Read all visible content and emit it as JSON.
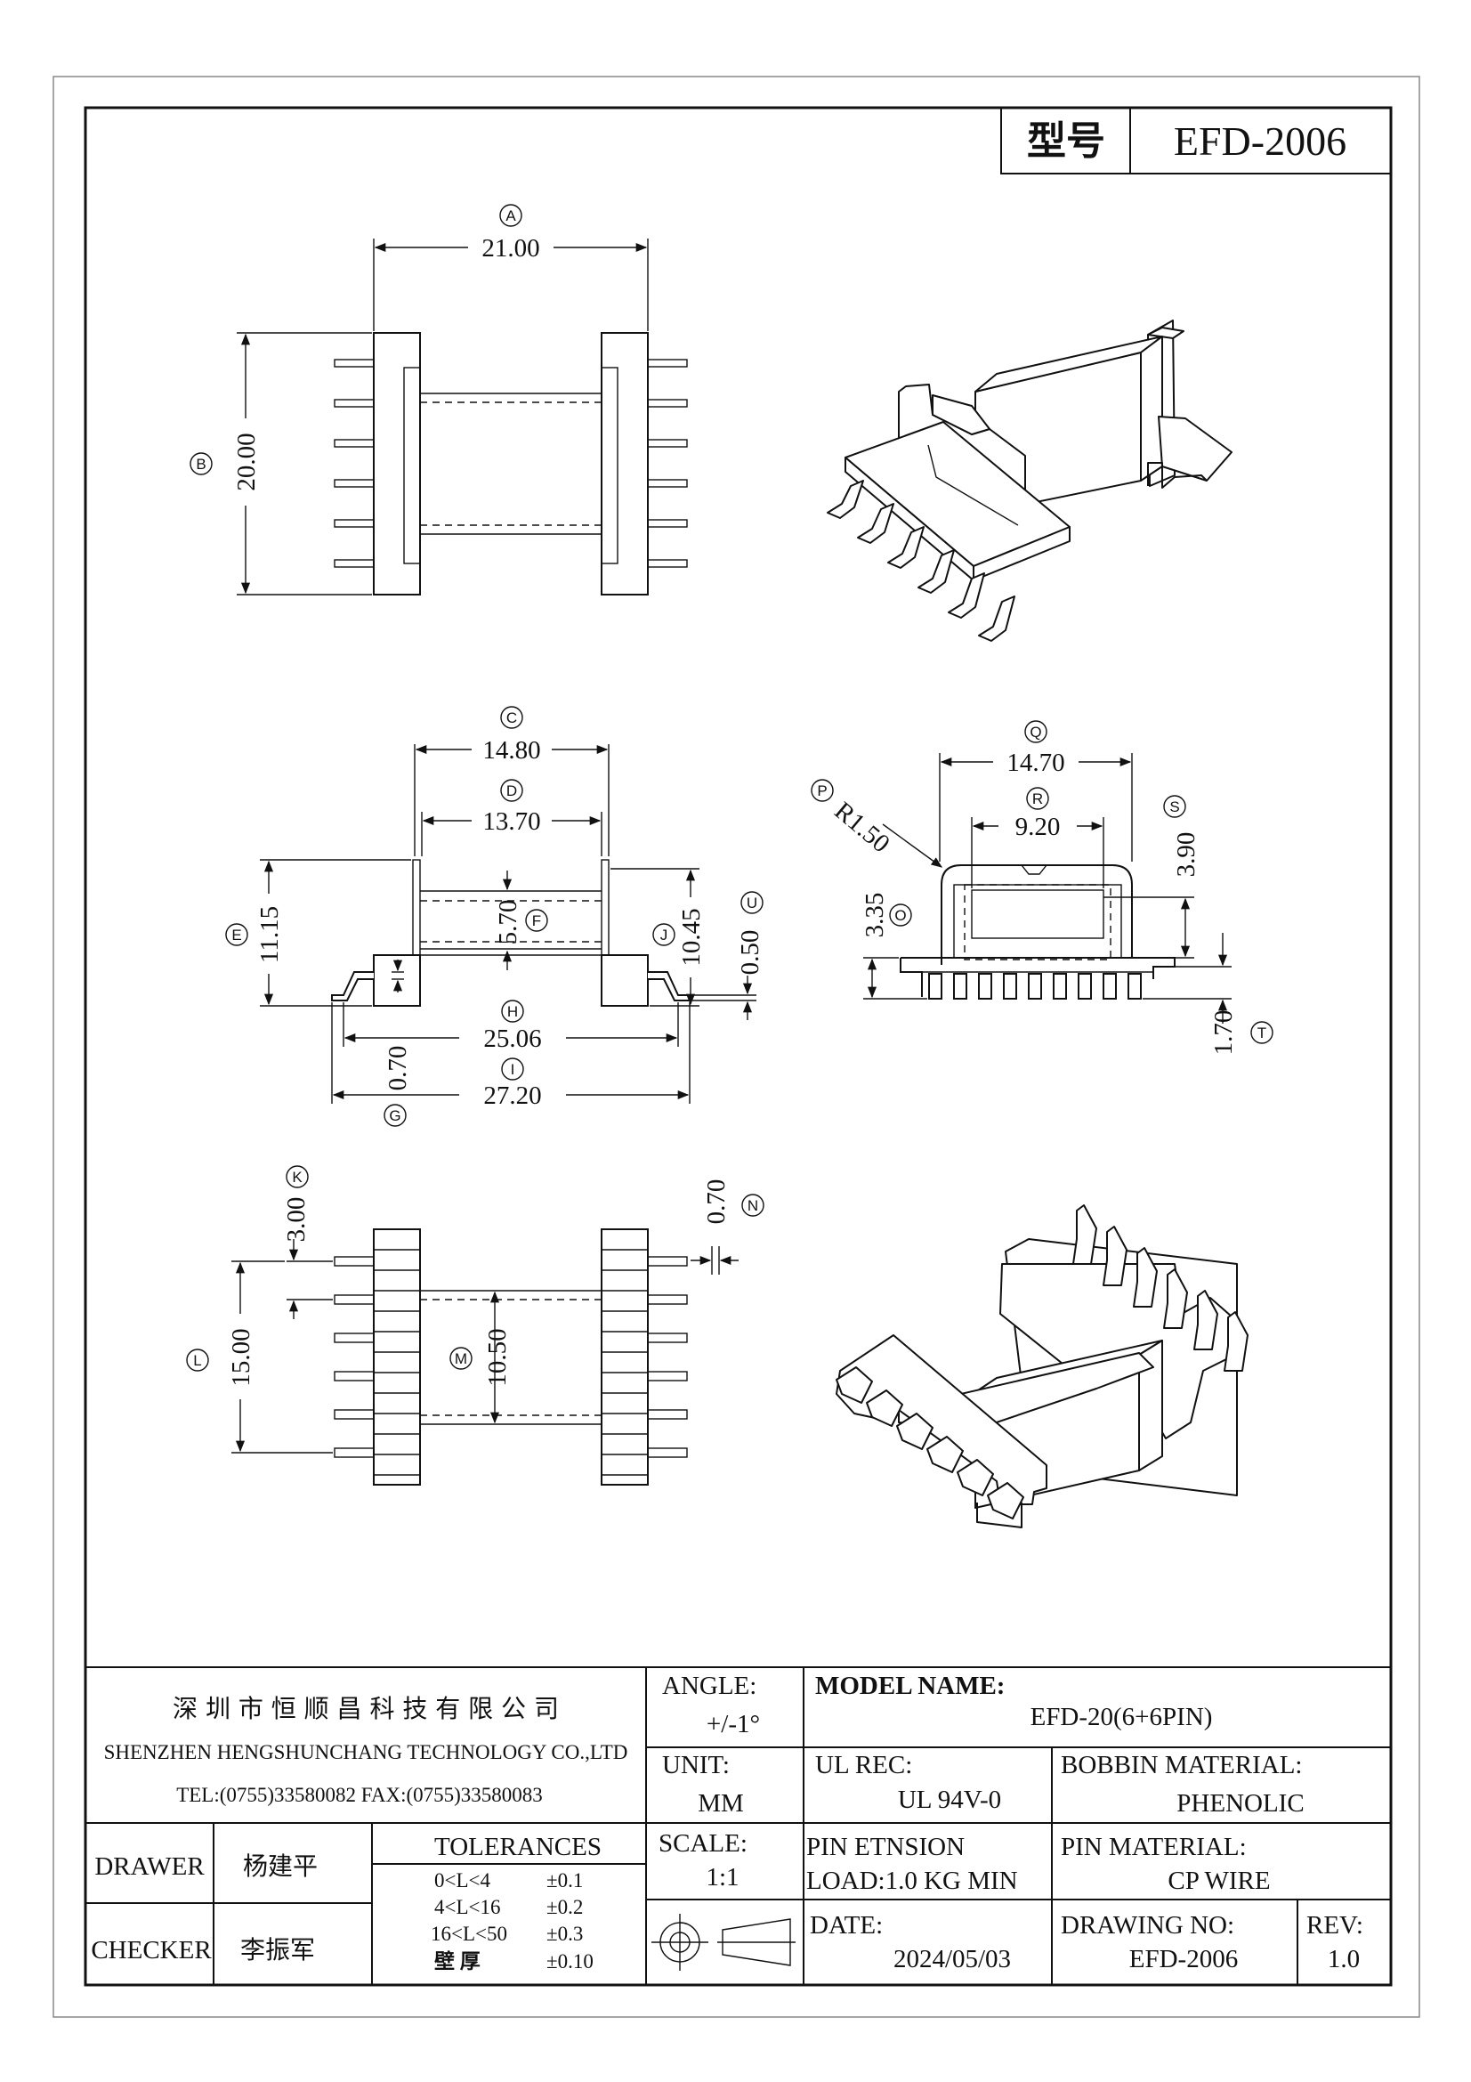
{
  "header": {
    "model_label": "型号",
    "model_value": "EFD-2006"
  },
  "dimensions": {
    "A": "21.00",
    "B": "20.00",
    "C": "14.80",
    "D": "13.70",
    "E": "11.15",
    "F": "5.70",
    "G": "0.70",
    "H": "25.06",
    "I": "27.20",
    "J": "10.45",
    "K": "3.00",
    "L": "15.00",
    "M": "10.50",
    "N": "0.70",
    "O": "3.35",
    "P": "R1.50",
    "Q": "14.70",
    "R": "9.20",
    "S": "3.90",
    "T": "1.70",
    "U": "0.50"
  },
  "dim_letters": {
    "A": "A",
    "B": "B",
    "C": "C",
    "D": "D",
    "E": "E",
    "F": "F",
    "G": "G",
    "H": "H",
    "I": "I",
    "J": "J",
    "K": "K",
    "L": "L",
    "M": "M",
    "N": "N",
    "O": "O",
    "P": "P",
    "Q": "Q",
    "R": "R",
    "S": "S",
    "T": "T",
    "U": "U"
  },
  "title_block": {
    "company_cn": "深 圳 市 恒 顺 昌 科 技 有 限 公 司",
    "company_en": "SHENZHEN HENGSHUNCHANG TECHNOLOGY CO.,LTD",
    "contact": "TEL:(0755)33580082 FAX:(0755)33580083",
    "angle_label": "ANGLE:",
    "angle_value": "+/-1°",
    "model_name_label": "MODEL NAME:",
    "model_name_value": "EFD-20(6+6PIN)",
    "unit_label": "UNIT:",
    "unit_value": "MM",
    "ul_rec_label": "UL REC:",
    "ul_rec_value": "UL 94V-0",
    "bobbin_material_label": "BOBBIN MATERIAL:",
    "bobbin_material_value": "PHENOLIC",
    "drawer_label": "DRAWER",
    "drawer_value": "杨建平",
    "checker_label": "CHECKER",
    "checker_value": "李振军",
    "tolerances_label": "TOLERANCES",
    "tolerances": [
      {
        "range": "0<L<4",
        "value": "±0.1"
      },
      {
        "range": "4<L<16",
        "value": "±0.2"
      },
      {
        "range": "16<L<50",
        "value": "±0.3"
      },
      {
        "range": "壁  厚",
        "value": "±0.10"
      }
    ],
    "scale_label": "SCALE:",
    "scale_value": "1:1",
    "pin_tension_line1": "PIN ETNSION",
    "pin_tension_line2": "LOAD:1.0 KG MIN",
    "pin_material_label": "PIN MATERIAL:",
    "pin_material_value": "CP WIRE",
    "date_label": "DATE:",
    "date_value": "2024/05/03",
    "drawing_no_label": "DRAWING NO:",
    "drawing_no_value": "EFD-2006",
    "rev_label": "REV:",
    "rev_value": "1.0"
  }
}
